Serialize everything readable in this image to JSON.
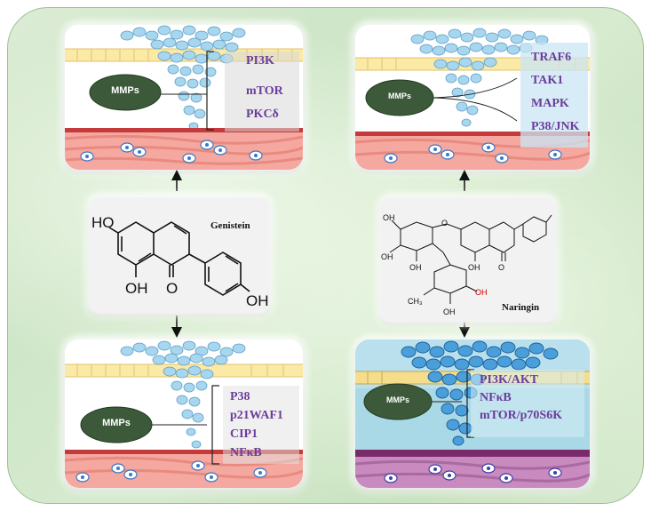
{
  "molecules": {
    "genistein": {
      "name": "Genistein"
    },
    "naringin": {
      "name": "Naringin"
    }
  },
  "panels": {
    "top_left": {
      "label": "MMPs",
      "proteins": [
        "PI3K",
        "mTOR",
        "PKCδ"
      ]
    },
    "top_right": {
      "label": "MMPs",
      "proteins": [
        "TRAF6",
        "TAK1",
        "MAPK",
        "P38/JNK"
      ]
    },
    "bottom_left": {
      "label": "MMPs",
      "proteins": [
        "P38",
        "p21WAF1",
        "CIP1",
        "NFκB"
      ]
    },
    "bottom_right": {
      "label": "MMPs",
      "proteins": [
        "PI3K/AKT",
        "NFκB",
        "mTOR/p70S6K"
      ]
    }
  },
  "colors": {
    "protein_text": "#6a3d9a",
    "ellipse": "#3c5a3a",
    "vessel": "#d84b4b",
    "cells": "#9fd0ec"
  },
  "atoms": {
    "genistein": {
      "ho_top": "HO",
      "oh_bottom": "OH",
      "o_carbonyl": "O",
      "oh_right": "OH"
    },
    "naringin": {
      "oh": "OH",
      "o": "O",
      "ch3": "CH₃"
    }
  }
}
